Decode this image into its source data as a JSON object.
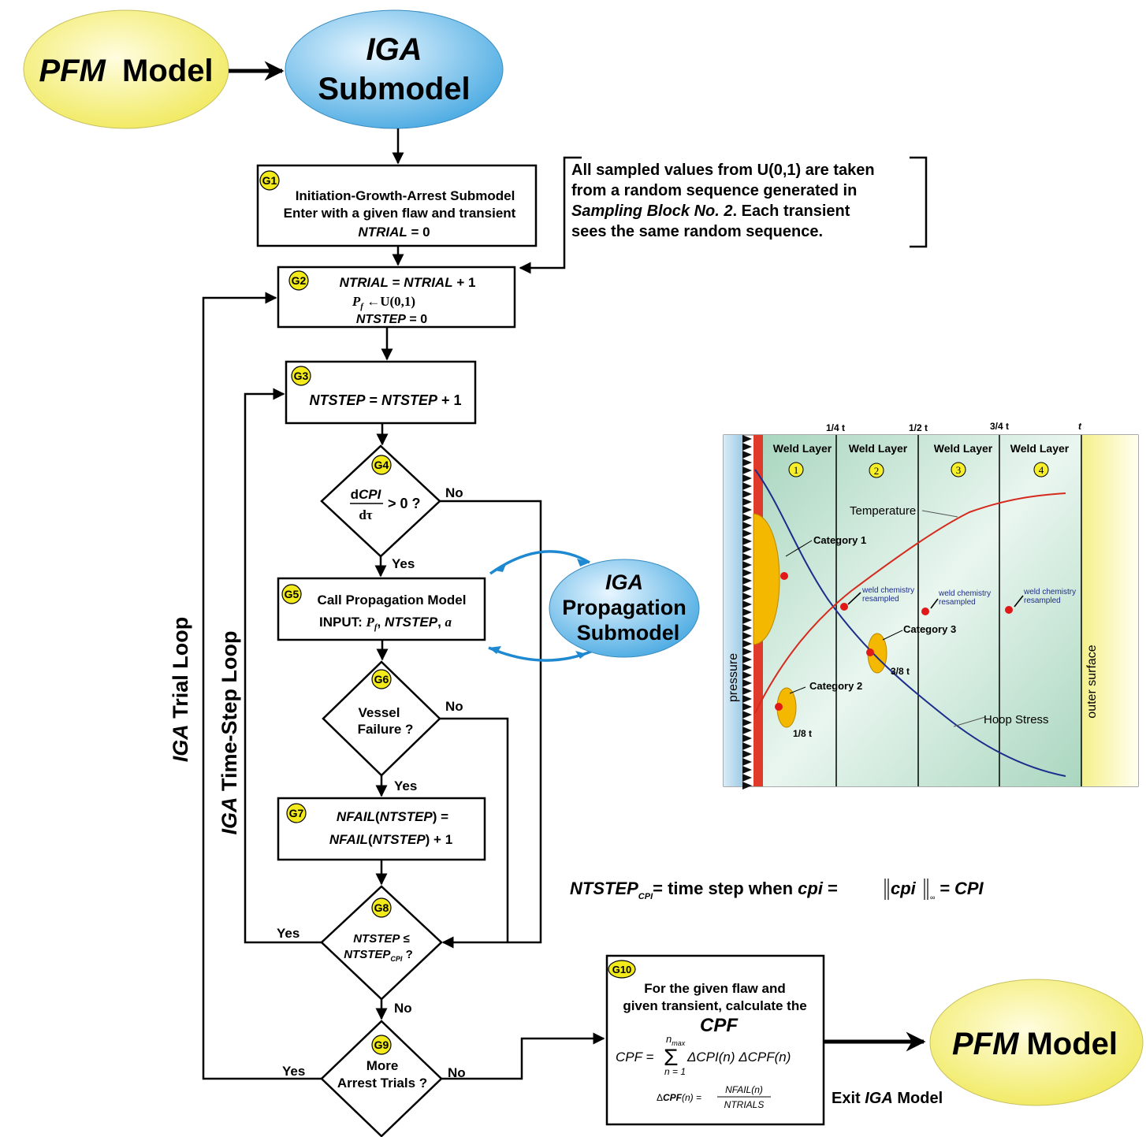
{
  "colors": {
    "yellow_ellipse": "#f5f07a",
    "blue_ellipse": "#5fb4e6",
    "badge": "#f2ea1a",
    "weld_green": "#b7dcc8",
    "cladding_red": "#e03a2a",
    "flaw_orange": "#f5b800",
    "temperature_curve": "#d62a1e",
    "hoop_curve": "#1d2d8c",
    "outer_surface": "#f6f2a0"
  },
  "top": {
    "pfm_italic": "PFM",
    "pfm_rest": "Model",
    "iga_line1": "IGA",
    "iga_line2": "Submodel"
  },
  "g1": {
    "badge": "G1",
    "line1": "Initiation-Growth-Arrest Submodel",
    "line2": "Enter with a given flaw and transient",
    "line3_var": "NTRIAL",
    "line3_rest": " = 0"
  },
  "note": {
    "line1": "All sampled values from U(0,1) are taken",
    "line2": "from a random sequence generated in",
    "line3_italic": "Sampling Block No. 2",
    "line3_rest": ". Each transient",
    "line4": "sees the same random sequence."
  },
  "g2": {
    "badge": "G2",
    "line1_a": "NTRIAL",
    "line1_b": " = ",
    "line1_c": "NTRIAL",
    "line1_d": " + 1",
    "line2_p": "P",
    "line2_sub": "f",
    "line2_rest": " ←U(0,1)",
    "line3_var": "NTSTEP",
    "line3_rest": " = 0"
  },
  "g3": {
    "badge": "G3",
    "a": "NTSTEP",
    "b": " = ",
    "c": "NTSTEP",
    "d": " + 1"
  },
  "g4": {
    "badge": "G4",
    "num_d": "d",
    "num_var": "CPI",
    "den": "dτ",
    "rest": "> 0 ?",
    "no": "No",
    "yes": "Yes"
  },
  "g5": {
    "badge": "G5",
    "line1": "Call Propagation Model",
    "line2_a": "INPUT: ",
    "line2_p": "P",
    "line2_sub": "f",
    "line2_b": ", ",
    "line2_c": "NTSTEP",
    "line2_d": ", ",
    "line2_e": "a"
  },
  "prop": {
    "line1": "IGA",
    "line2": "Propagation",
    "line3": "Submodel"
  },
  "g6": {
    "badge": "G6",
    "line1": "Vessel",
    "line2": "Failure ?",
    "no": "No",
    "yes": "Yes"
  },
  "g7": {
    "badge": "G7",
    "l1_a": "NFAIL",
    "l1_b": "(",
    "l1_c": "NTSTEP",
    "l1_d": ") =",
    "l2_a": "NFAIL",
    "l2_b": "(",
    "l2_c": "NTSTEP",
    "l2_d": ") + 1"
  },
  "g8": {
    "badge": "G8",
    "line1_var": "NTSTEP",
    "line1_op": " ≤",
    "line2_var": "NTSTEP",
    "line2_sub": "CPI",
    "line2_q": " ?",
    "yes": "Yes",
    "no": "No"
  },
  "g9": {
    "badge": "G9",
    "line1": "More",
    "line2": "Arrest Trials ?",
    "yes": "Yes",
    "no": "No"
  },
  "g10": {
    "badge": "G10",
    "line1": "For the given flaw and",
    "line2": "given transient, calculate the",
    "line3": "CPF",
    "eq_lhs": "CPF",
    "eq_eq": " = ",
    "eq_sum": "Σ",
    "eq_top": "n",
    "eq_top_sub": "max",
    "eq_bot": "n = 1",
    "eq_rhs": "ΔCPI(n) ΔCPF(n)",
    "frac_lhs_d": "Δ",
    "frac_lhs_var": "CPF",
    "frac_lhs_n": "(n) = ",
    "frac_num": "NFAIL(n)",
    "frac_den": "NTRIALS"
  },
  "exit": {
    "pfm_italic": "PFM",
    "pfm_rest": "Model",
    "label_a": "Exit ",
    "label_b": "IGA",
    "label_c": " Model"
  },
  "loops": {
    "trial_italic": "IGA",
    "trial_rest": " Trial Loop",
    "time_italic": "IGA",
    "time_rest": " Time-Step Loop"
  },
  "cpi_eq": {
    "var": "NTSTEP",
    "sub": "CPI",
    "mid": "= time step when ",
    "cpi": "cpi",
    "eq": " = ",
    "norm": "cpi",
    "inf": "∞",
    "end": " = CPI"
  },
  "wall": {
    "ticks": [
      "1/4 t",
      "1/2 t",
      "3/4 t",
      "t"
    ],
    "layer_label": "Weld Layer",
    "layer_numbers": [
      "1",
      "2",
      "3",
      "4"
    ],
    "temperature": "Temperature",
    "hoop": "Hoop Stress",
    "cat1": "Category 1",
    "cat2": "Category 2",
    "cat3": "Category 3",
    "resample1": "weld chemistry",
    "resample2": "resampled",
    "depth_38": "3/8 t",
    "depth_18": "1/8 t",
    "pressure": "pressure",
    "outer": "outer surface"
  }
}
